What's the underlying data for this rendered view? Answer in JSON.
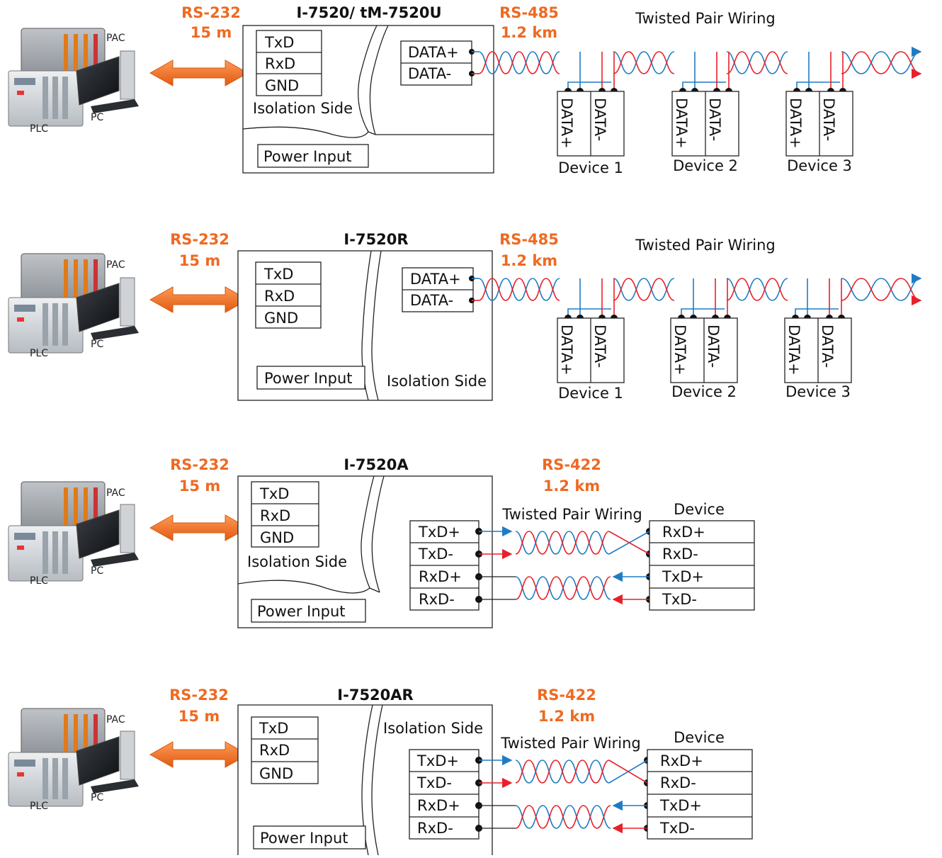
{
  "colors": {
    "orange": "#ee6a22",
    "blue_wire": "#1f7cc4",
    "red_wire": "#e8202a",
    "line": "#222222"
  },
  "icons": [
    "pac-icon",
    "plc-icon",
    "pc-icon",
    "bidirectional-arrow-icon"
  ],
  "host": {
    "pac": "PAC",
    "plc": "PLC",
    "pc": "PC"
  },
  "rs232": {
    "name": "RS-232",
    "distance": "15 m"
  },
  "pins232": [
    "TxD",
    "RxD",
    "GND"
  ],
  "isolation": "Isolation Side",
  "power": "Power Input",
  "rs485": {
    "name": "RS-485",
    "distance": "1.2 km",
    "wiring": "Twisted Pair Wiring",
    "pins": [
      "DATA+",
      "DATA-"
    ],
    "devices": [
      "Device 1",
      "Device 2",
      "Device 3"
    ]
  },
  "rs422": {
    "name": "RS-422",
    "distance": "1.2 km",
    "wiring": "Twisted Pair Wiring",
    "module_pins": [
      "TxD+",
      "TxD-",
      "RxD+",
      "RxD-"
    ],
    "device_title": "Device",
    "device_pins": [
      "RxD+",
      "RxD-",
      "TxD+",
      "TxD-"
    ]
  },
  "diagrams": [
    {
      "model": "I-7520/ tM-7520U"
    },
    {
      "model": "I-7520R"
    },
    {
      "model": "I-7520A"
    },
    {
      "model": "I-7520AR"
    }
  ]
}
